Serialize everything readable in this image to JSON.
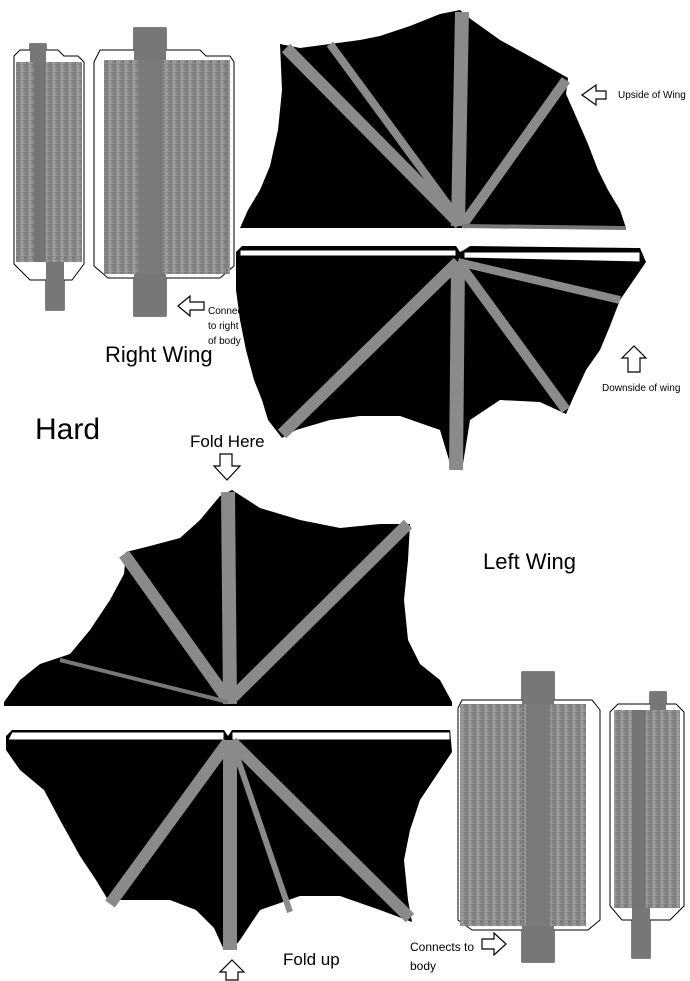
{
  "title": "Hard",
  "right_wing": {
    "title": "Right Wing",
    "upside_label": "Upside of Wing",
    "downside_label": "Downside of wing",
    "connect_label_lines": [
      "Connects",
      "to right side",
      "of body"
    ]
  },
  "left_wing": {
    "title": "Left Wing",
    "fold_here_label": "Fold Here",
    "fold_up_label": "Fold up",
    "connect_label_lines": [
      "Connects to",
      "body"
    ]
  },
  "colors": {
    "membrane": "#000000",
    "bone": "#8a8a8a",
    "bone_dark": "#6e6e6e",
    "arm": "#8c8c8c",
    "arm_dark": "#777777",
    "outline": "#000000"
  },
  "icons": [
    "arrow-left-icon",
    "arrow-up-icon",
    "arrow-right-icon"
  ]
}
